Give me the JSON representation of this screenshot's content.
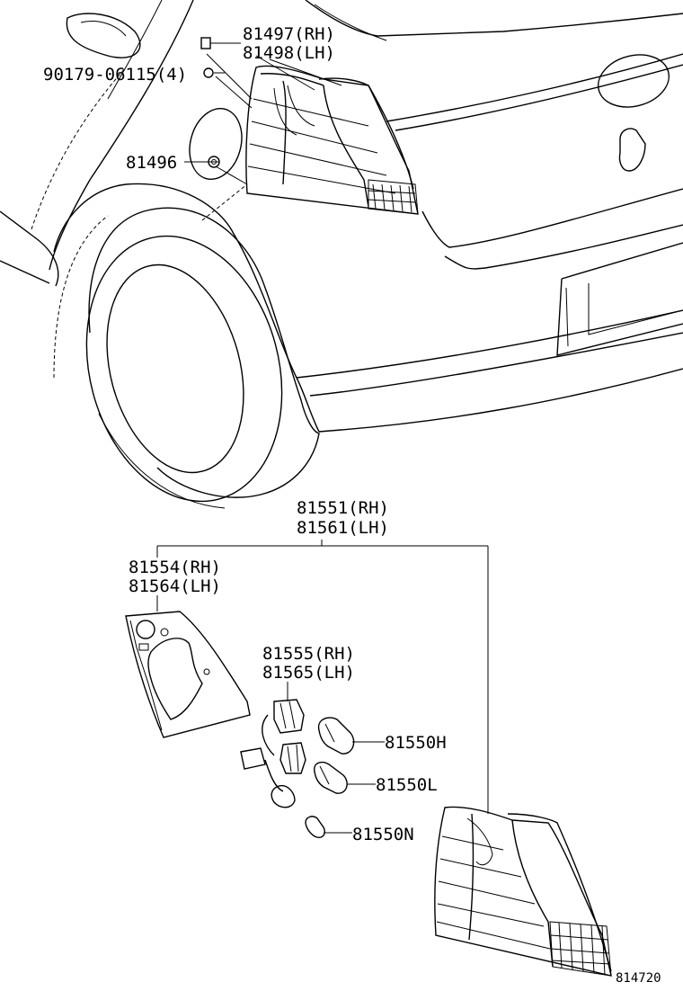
{
  "labels": {
    "p81497": "81497(RH)",
    "p81498": "81498(LH)",
    "p90179": "90179-06115(4)",
    "p81496": "81496",
    "p81551": "81551(RH)",
    "p81561": "81561(LH)",
    "p81554": "81554(RH)",
    "p81564": "81564(LH)",
    "p81555": "81555(RH)",
    "p81565": "81565(LH)",
    "p81550H": "81550H",
    "p81550L": "81550L",
    "p81550N": "81550N",
    "diagram_no": "814720"
  }
}
